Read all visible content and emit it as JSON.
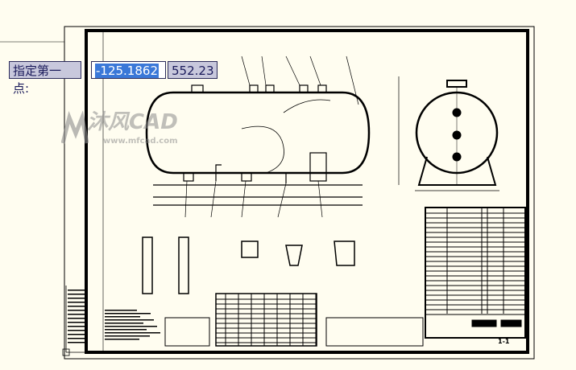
{
  "prompt": {
    "label": "指定第一点:",
    "x_value": "-125.1862",
    "y_value": "552.23"
  },
  "watermark": {
    "brand": "沐风CAD",
    "url": "www.mfcad.com"
  },
  "title_block": {
    "sheet": "1-1"
  },
  "colors": {
    "background": "#fffdf0",
    "selection": "#3a78d8",
    "tooltip": "#c8c8dc"
  }
}
